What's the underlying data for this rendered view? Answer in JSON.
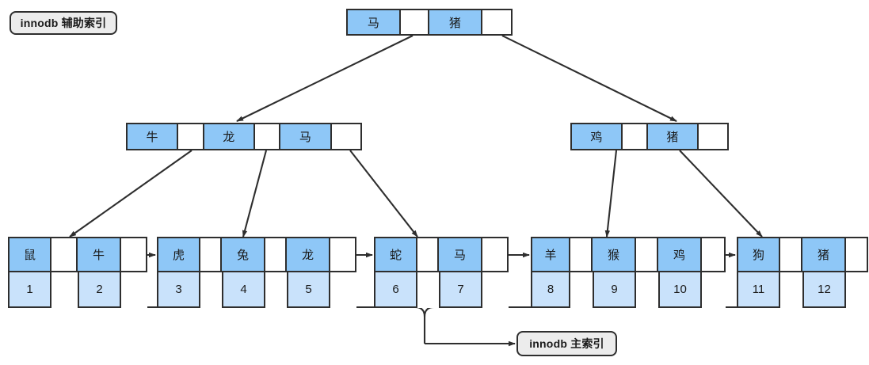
{
  "diagram": {
    "title_top_label": "innodb 辅助索引",
    "title_bottom_label": "innodb 主索引",
    "colors": {
      "key_fill": "#8ec7f7",
      "value_fill": "#c9e2fb",
      "pointer_fill": "#ffffff",
      "stroke": "#2e2e2e",
      "label_fill": "#ececec",
      "background": "#ffffff"
    }
  },
  "root": {
    "name": "root-node",
    "cells": [
      {
        "text": "马",
        "kind": "key"
      },
      {
        "text": "",
        "kind": "ptr"
      },
      {
        "text": "猪",
        "kind": "key"
      },
      {
        "text": "",
        "kind": "ptr"
      }
    ]
  },
  "internal": [
    {
      "name": "internal-node-left",
      "cells": [
        {
          "text": "牛",
          "kind": "key"
        },
        {
          "text": "",
          "kind": "ptr"
        },
        {
          "text": "龙",
          "kind": "key"
        },
        {
          "text": "",
          "kind": "ptr"
        },
        {
          "text": "马",
          "kind": "key"
        },
        {
          "text": "",
          "kind": "ptr"
        }
      ]
    },
    {
      "name": "internal-node-right",
      "cells": [
        {
          "text": "鸡",
          "kind": "key"
        },
        {
          "text": "",
          "kind": "ptr"
        },
        {
          "text": "猪",
          "kind": "key"
        },
        {
          "text": "",
          "kind": "ptr"
        }
      ]
    }
  ],
  "leaves": [
    {
      "name": "leaf-node-1",
      "entries": [
        {
          "key": "鼠",
          "value": "1"
        },
        {
          "key": "",
          "value": ""
        },
        {
          "key": "牛",
          "value": "2"
        },
        {
          "key": "",
          "value": ""
        }
      ]
    },
    {
      "name": "leaf-node-2",
      "entries": [
        {
          "key": "虎",
          "value": "3"
        },
        {
          "key": "",
          "value": ""
        },
        {
          "key": "兔",
          "value": "4"
        },
        {
          "key": "",
          "value": ""
        },
        {
          "key": "龙",
          "value": "5"
        },
        {
          "key": "",
          "value": ""
        }
      ]
    },
    {
      "name": "leaf-node-3",
      "entries": [
        {
          "key": "蛇",
          "value": "6"
        },
        {
          "key": "",
          "value": ""
        },
        {
          "key": "马",
          "value": "7"
        },
        {
          "key": "",
          "value": ""
        }
      ]
    },
    {
      "name": "leaf-node-4",
      "entries": [
        {
          "key": "羊",
          "value": "8"
        },
        {
          "key": "",
          "value": ""
        },
        {
          "key": "猴",
          "value": "9"
        },
        {
          "key": "",
          "value": ""
        },
        {
          "key": "鸡",
          "value": "10"
        },
        {
          "key": "",
          "value": ""
        }
      ]
    },
    {
      "name": "leaf-node-5",
      "entries": [
        {
          "key": "狗",
          "value": "11"
        },
        {
          "key": "",
          "value": ""
        },
        {
          "key": "猪",
          "value": "12"
        },
        {
          "key": "",
          "value": ""
        }
      ]
    }
  ]
}
